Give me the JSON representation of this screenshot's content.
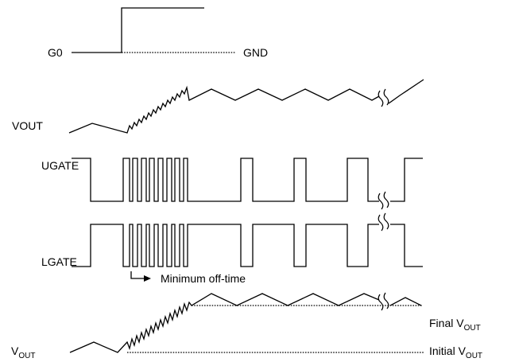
{
  "signals": {
    "g0": "G0",
    "vout": "VOUT",
    "ugate": "UGATE",
    "lgate": "LGATE"
  },
  "g0_reference": "GND",
  "annotation": "Minimum off-time",
  "bottom": {
    "vout": {
      "main": "V",
      "sub": "OUT"
    },
    "final": {
      "main": "Final V",
      "sub": "OUT"
    },
    "initial": {
      "main": "Initial V",
      "sub": "OUT"
    }
  }
}
